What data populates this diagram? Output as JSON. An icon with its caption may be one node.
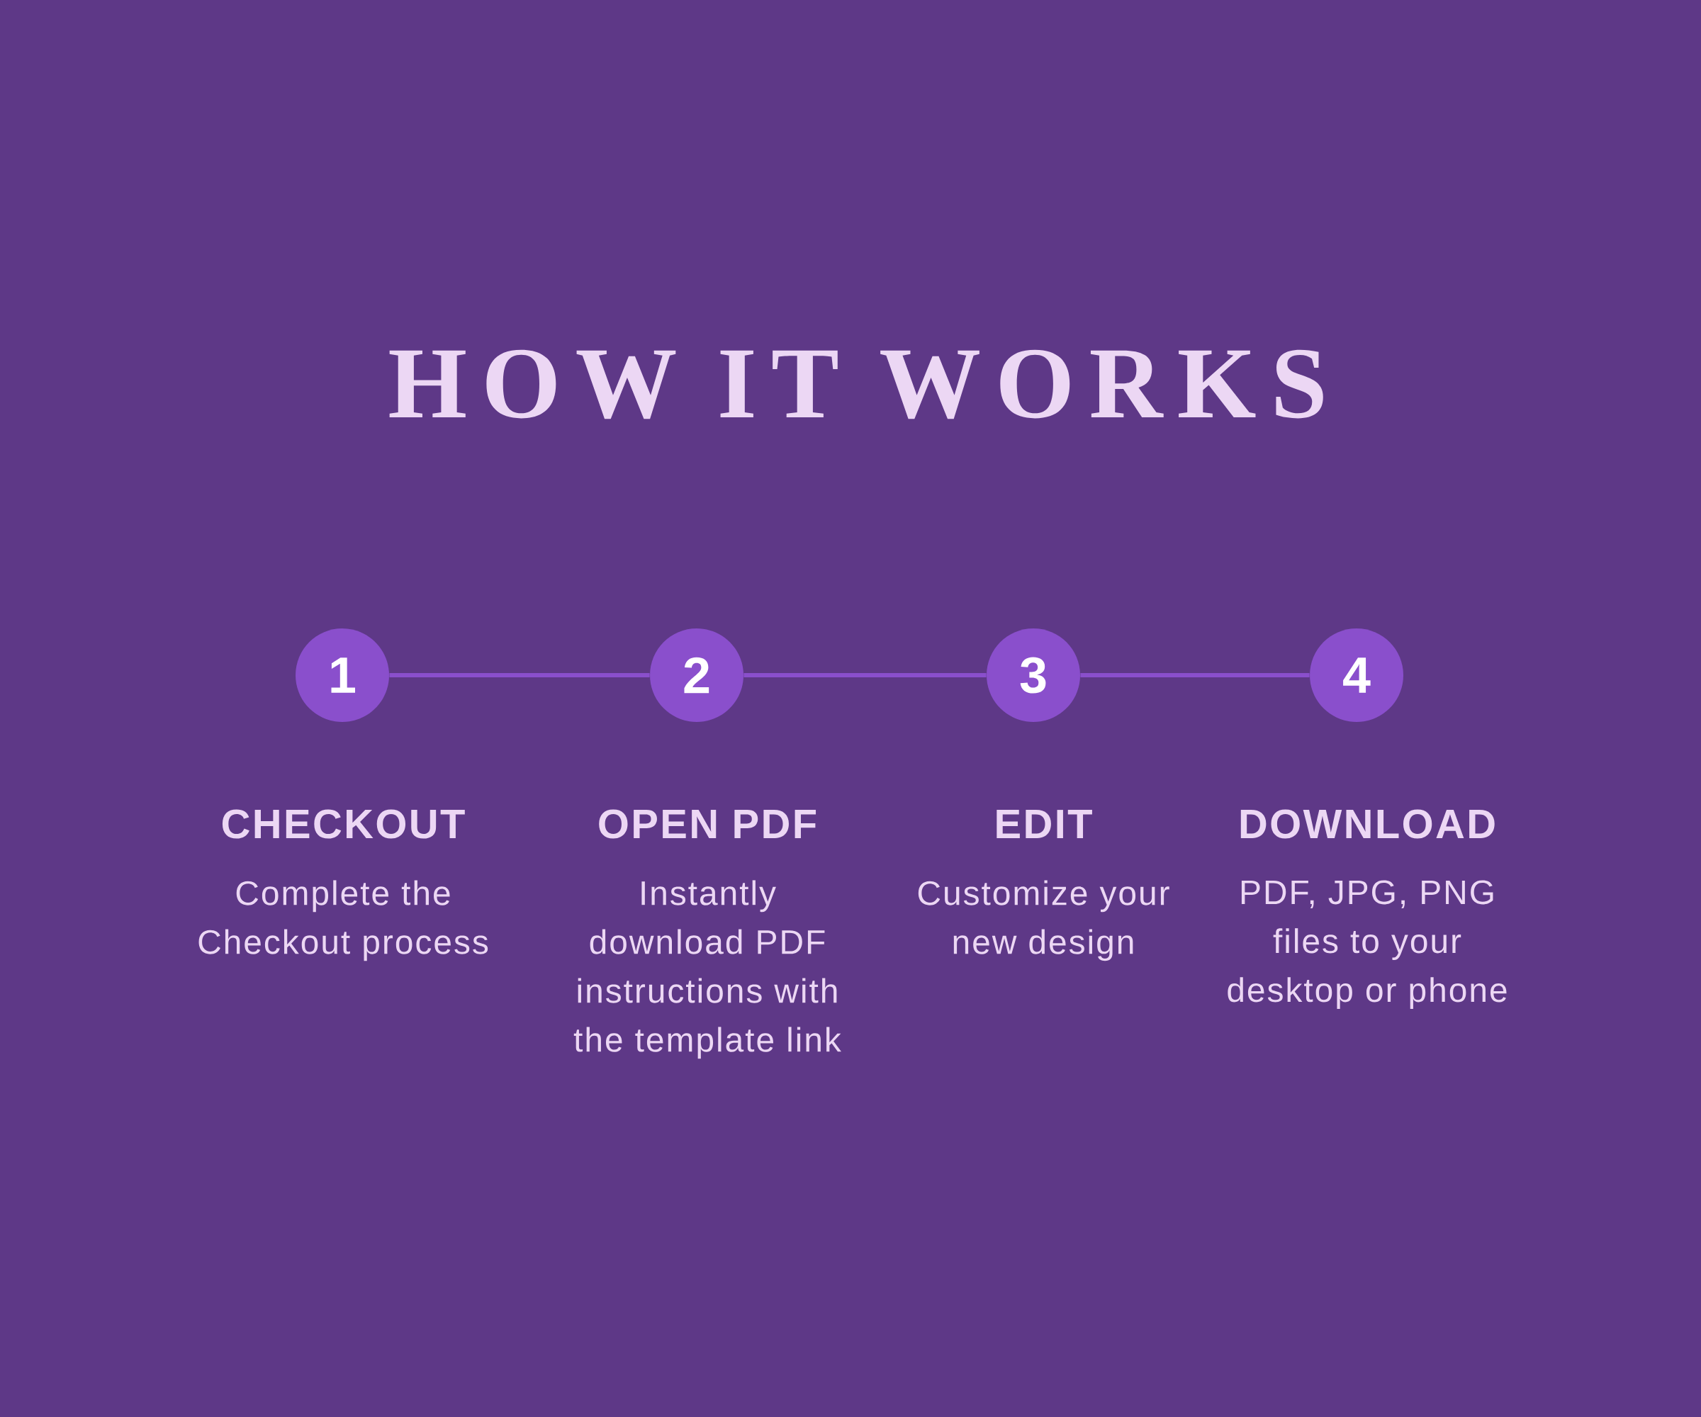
{
  "diagram": {
    "title": "HOW IT WORKS",
    "nodes": [
      {
        "text": [
          "1"
        ],
        "beside": [
          "CHECKOUT",
          "Complete the Checkout process"
        ]
      },
      {
        "text": [
          "2"
        ],
        "beside": [
          "OPEN PDF",
          "Instantly download PDF instructions with the template link"
        ]
      },
      {
        "text": [
          "3"
        ],
        "beside": [
          "EDIT",
          "Customize your new design"
        ]
      },
      {
        "text": [
          "4"
        ],
        "beside": [
          "DOWNLOAD",
          "PDF, JPG, PNG files to your desktop or phone"
        ]
      }
    ],
    "edges": [
      {
        "from": 0,
        "to": 1,
        "arrow": "none"
      },
      {
        "from": 1,
        "to": 2,
        "arrow": "none"
      },
      {
        "from": 2,
        "to": 3,
        "arrow": "none"
      }
    ]
  }
}
